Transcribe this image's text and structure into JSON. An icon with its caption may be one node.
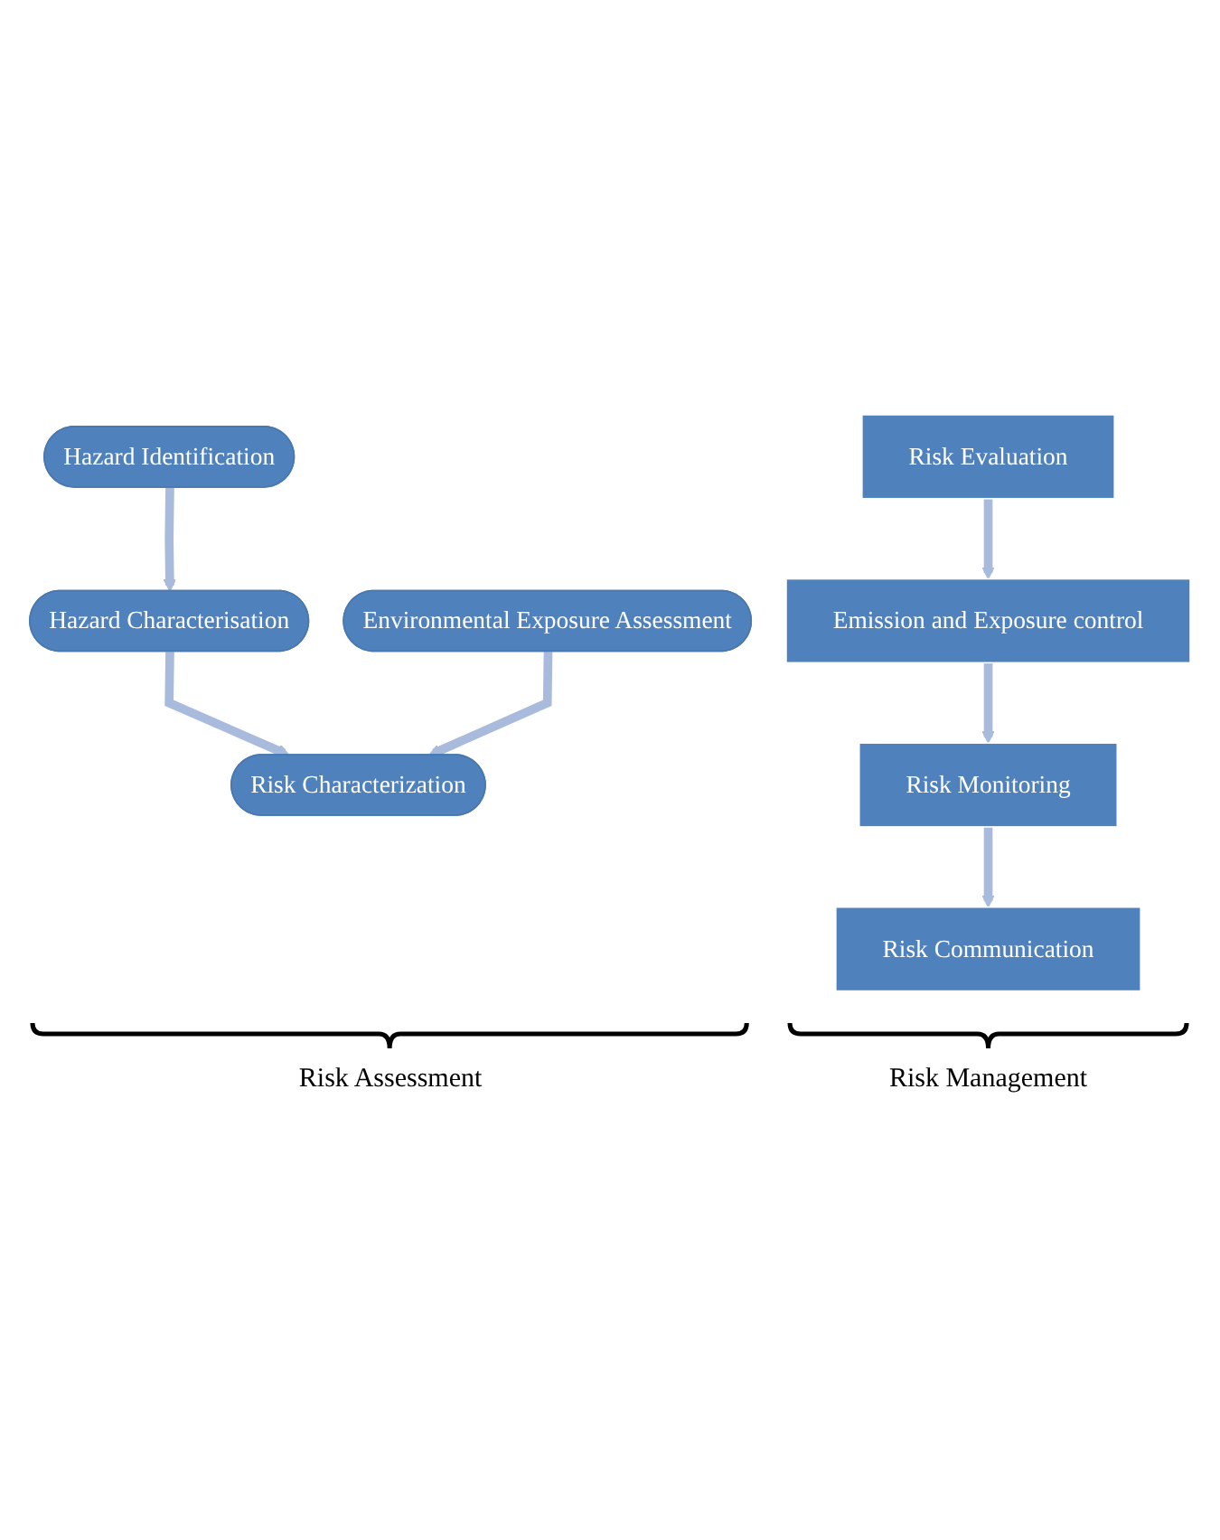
{
  "diagram": {
    "nodes": [
      {
        "text": [
          "Hazard Identification"
        ]
      },
      {
        "text": [
          "Environmental Exposure Assessment"
        ]
      },
      {
        "text": [
          "Hazard Characterisation"
        ]
      },
      {
        "text": [
          "Risk Characterization"
        ]
      },
      {
        "text": [
          "Risk Evaluation"
        ]
      },
      {
        "text": [
          "Emission and Exposure control"
        ]
      },
      {
        "text": [
          "Risk Monitoring"
        ]
      },
      {
        "text": [
          "Risk Communication"
        ]
      }
    ],
    "edges": [
      {
        "from": 0,
        "to": 2,
        "arrow": "to"
      },
      {
        "from": 2,
        "to": 3,
        "arrow": "to"
      },
      {
        "from": 1,
        "to": 3,
        "arrow": "to"
      },
      {
        "from": 4,
        "to": 5,
        "arrow": "to"
      },
      {
        "from": 5,
        "to": 6,
        "arrow": "to"
      },
      {
        "from": 6,
        "to": 7,
        "arrow": "to"
      }
    ],
    "labels": [
      "Risk Assessment",
      "Risk Management"
    ]
  }
}
